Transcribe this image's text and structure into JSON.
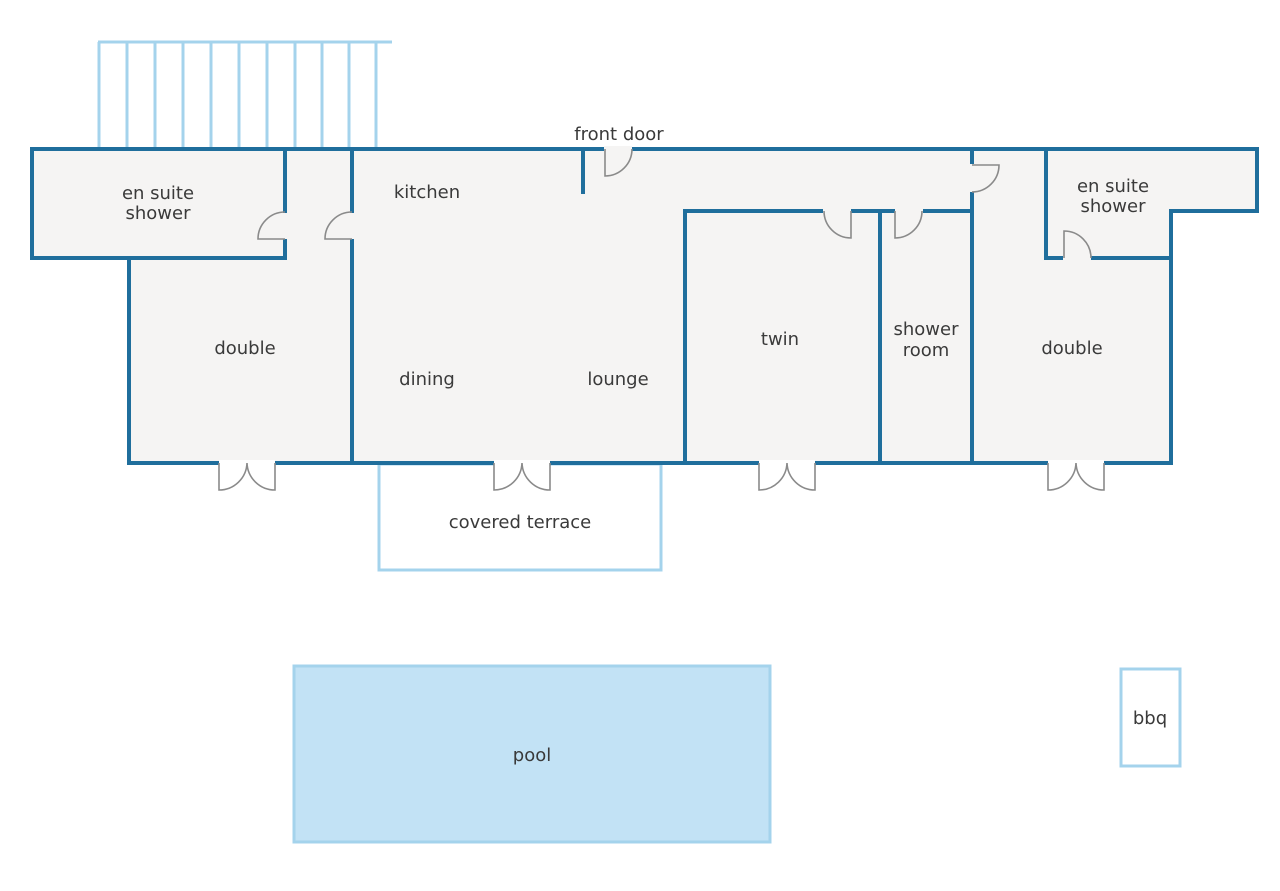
{
  "labels": {
    "front_door": "front door",
    "kitchen": "kitchen",
    "en_suite_left_1": "en suite",
    "en_suite_left_2": "shower",
    "double_left": "double",
    "dining": "dining",
    "lounge": "lounge",
    "twin": "twin",
    "shower_room_1": "shower",
    "shower_room_2": "room",
    "double_right": "double",
    "en_suite_right_1": "en suite",
    "en_suite_right_2": "shower",
    "covered_terrace": "covered terrace",
    "pool": "pool",
    "bbq": "bbq"
  },
  "colors": {
    "wall": "#1f6e9c",
    "floor": "#f5f4f3",
    "outline": "#a4d3ec",
    "pool_fill": "#c2e2f5",
    "door": "#8a8a8a",
    "text": "#3a3a3a"
  }
}
